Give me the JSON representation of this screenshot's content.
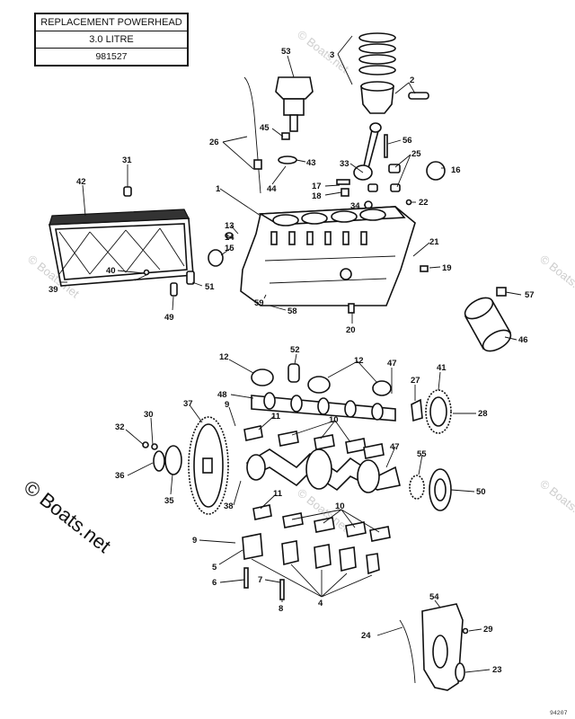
{
  "header": {
    "title": "REPLACEMENT POWERHEAD",
    "litre": "3.0 LITRE",
    "part_number": "981527"
  },
  "watermark": {
    "main": "© Boats.net",
    "faint": "© Boats.net"
  },
  "drawing_code": "94207",
  "callouts": [
    {
      "id": "53",
      "label": "53"
    },
    {
      "id": "3",
      "label": "3"
    },
    {
      "id": "2",
      "label": "2"
    },
    {
      "id": "26",
      "label": "26"
    },
    {
      "id": "45",
      "label": "45"
    },
    {
      "id": "56",
      "label": "56"
    },
    {
      "id": "31",
      "label": "31"
    },
    {
      "id": "43",
      "label": "43"
    },
    {
      "id": "33",
      "label": "33"
    },
    {
      "id": "25",
      "label": "25"
    },
    {
      "id": "16",
      "label": "16"
    },
    {
      "id": "42",
      "label": "42"
    },
    {
      "id": "44",
      "label": "44"
    },
    {
      "id": "17",
      "label": "17"
    },
    {
      "id": "18",
      "label": "18"
    },
    {
      "id": "1",
      "label": "1"
    },
    {
      "id": "34",
      "label": "34"
    },
    {
      "id": "22",
      "label": "22"
    },
    {
      "id": "13",
      "label": "13"
    },
    {
      "id": "14",
      "label": "14"
    },
    {
      "id": "15",
      "label": "15"
    },
    {
      "id": "21",
      "label": "21"
    },
    {
      "id": "19",
      "label": "19"
    },
    {
      "id": "40",
      "label": "40"
    },
    {
      "id": "39",
      "label": "39"
    },
    {
      "id": "51",
      "label": "51"
    },
    {
      "id": "49",
      "label": "49"
    },
    {
      "id": "59",
      "label": "59"
    },
    {
      "id": "58",
      "label": "58"
    },
    {
      "id": "20",
      "label": "20"
    },
    {
      "id": "57",
      "label": "57"
    },
    {
      "id": "46",
      "label": "46"
    },
    {
      "id": "12a",
      "label": "12"
    },
    {
      "id": "52",
      "label": "52"
    },
    {
      "id": "12b",
      "label": "12"
    },
    {
      "id": "47a",
      "label": "47"
    },
    {
      "id": "41",
      "label": "41"
    },
    {
      "id": "27",
      "label": "27"
    },
    {
      "id": "48",
      "label": "48"
    },
    {
      "id": "37",
      "label": "37"
    },
    {
      "id": "9a",
      "label": "9"
    },
    {
      "id": "11a",
      "label": "11"
    },
    {
      "id": "10a",
      "label": "10"
    },
    {
      "id": "28",
      "label": "28"
    },
    {
      "id": "30",
      "label": "30"
    },
    {
      "id": "32",
      "label": "32"
    },
    {
      "id": "47b",
      "label": "47"
    },
    {
      "id": "55",
      "label": "55"
    },
    {
      "id": "36",
      "label": "36"
    },
    {
      "id": "35",
      "label": "35"
    },
    {
      "id": "38",
      "label": "38"
    },
    {
      "id": "11b",
      "label": "11"
    },
    {
      "id": "50",
      "label": "50"
    },
    {
      "id": "10b",
      "label": "10"
    },
    {
      "id": "9b",
      "label": "9"
    },
    {
      "id": "5",
      "label": "5"
    },
    {
      "id": "6",
      "label": "6"
    },
    {
      "id": "7",
      "label": "7"
    },
    {
      "id": "4",
      "label": "4"
    },
    {
      "id": "8",
      "label": "8"
    },
    {
      "id": "54",
      "label": "54"
    },
    {
      "id": "29",
      "label": "29"
    },
    {
      "id": "24",
      "label": "24"
    },
    {
      "id": "23",
      "label": "23"
    }
  ]
}
